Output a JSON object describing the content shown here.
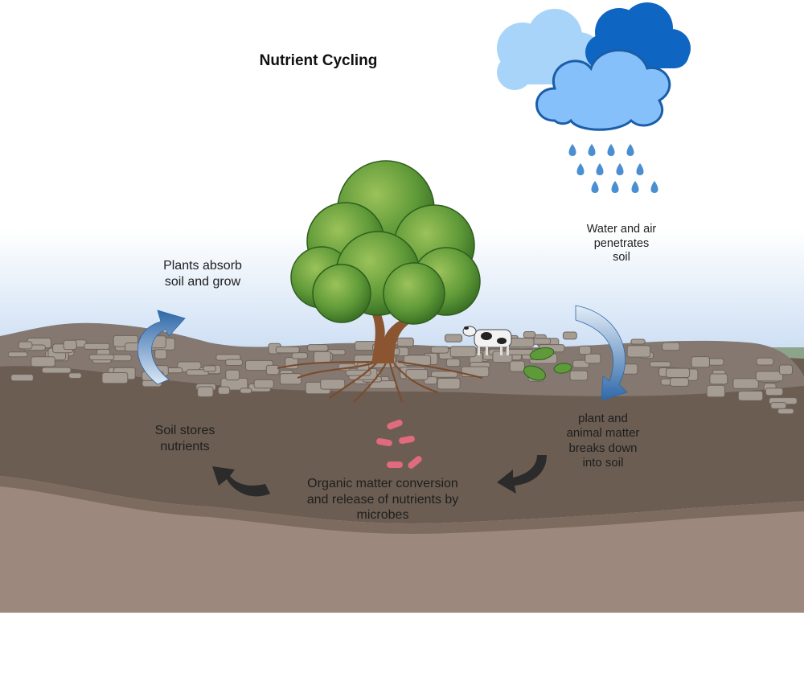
{
  "title": "Nutrient Cycling",
  "labels": {
    "plants_absorb": "Plants absorb\nsoil and grow",
    "water_air": "Water and air\npenetrates\nsoil",
    "soil_stores": "Soil stores\nnutrients",
    "matter_breaks_down": "plant and\nanimal matter\nbreaks down\ninto soil",
    "organic_conversion": "Organic matter conversion\nand release of nutrients by\nmicrobes"
  },
  "colors": {
    "sky_top": "#c9dcf3",
    "topsoil": "#6b5d52",
    "subsoil": "#9c887c",
    "rock": "#a59c93",
    "blue_arrow": "#3b73ad",
    "dark_arrow": "#2b2b2b",
    "cloud_light": "#a8d4fa",
    "cloud_dark": "#0f65c2",
    "cloud_mid": "#86c0fa",
    "raindrop": "#4a8fd1",
    "microbe": "#e06b7d",
    "grass": "#8ea48a"
  }
}
